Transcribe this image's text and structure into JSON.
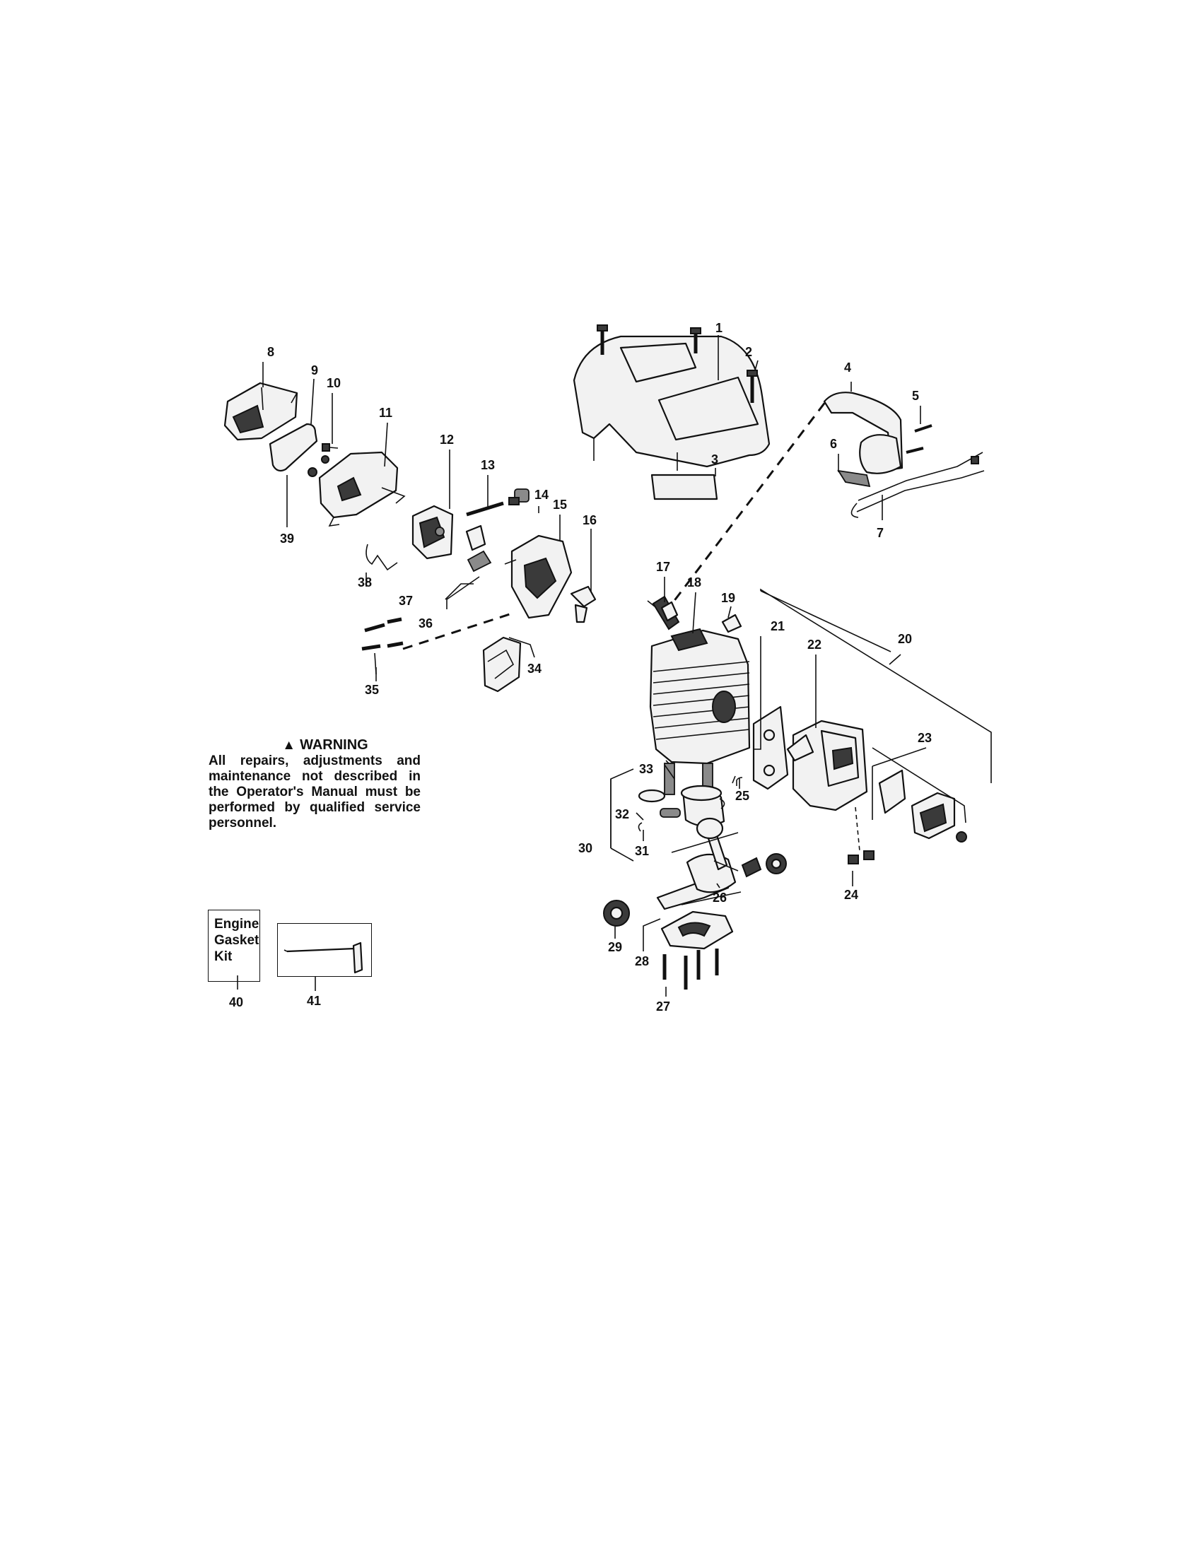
{
  "diagram": {
    "part_numbers": [
      "1",
      "2",
      "3",
      "4",
      "5",
      "6",
      "7",
      "8",
      "9",
      "10",
      "11",
      "12",
      "13",
      "14",
      "15",
      "16",
      "17",
      "18",
      "19",
      "20",
      "21",
      "22",
      "23",
      "24",
      "25",
      "26",
      "27",
      "28",
      "29",
      "30",
      "31",
      "32",
      "33",
      "34",
      "35",
      "36",
      "37",
      "38",
      "39",
      "40",
      "41"
    ]
  },
  "warning": {
    "title": "WARNING",
    "body": "All repairs, adjustments and maintenance not described in the Operator's Manual must be performed by qualified service personnel.",
    "icon": "warning-triangle-icon"
  },
  "kits": {
    "engine_gasket_kit": "Engine Gasket Kit"
  }
}
